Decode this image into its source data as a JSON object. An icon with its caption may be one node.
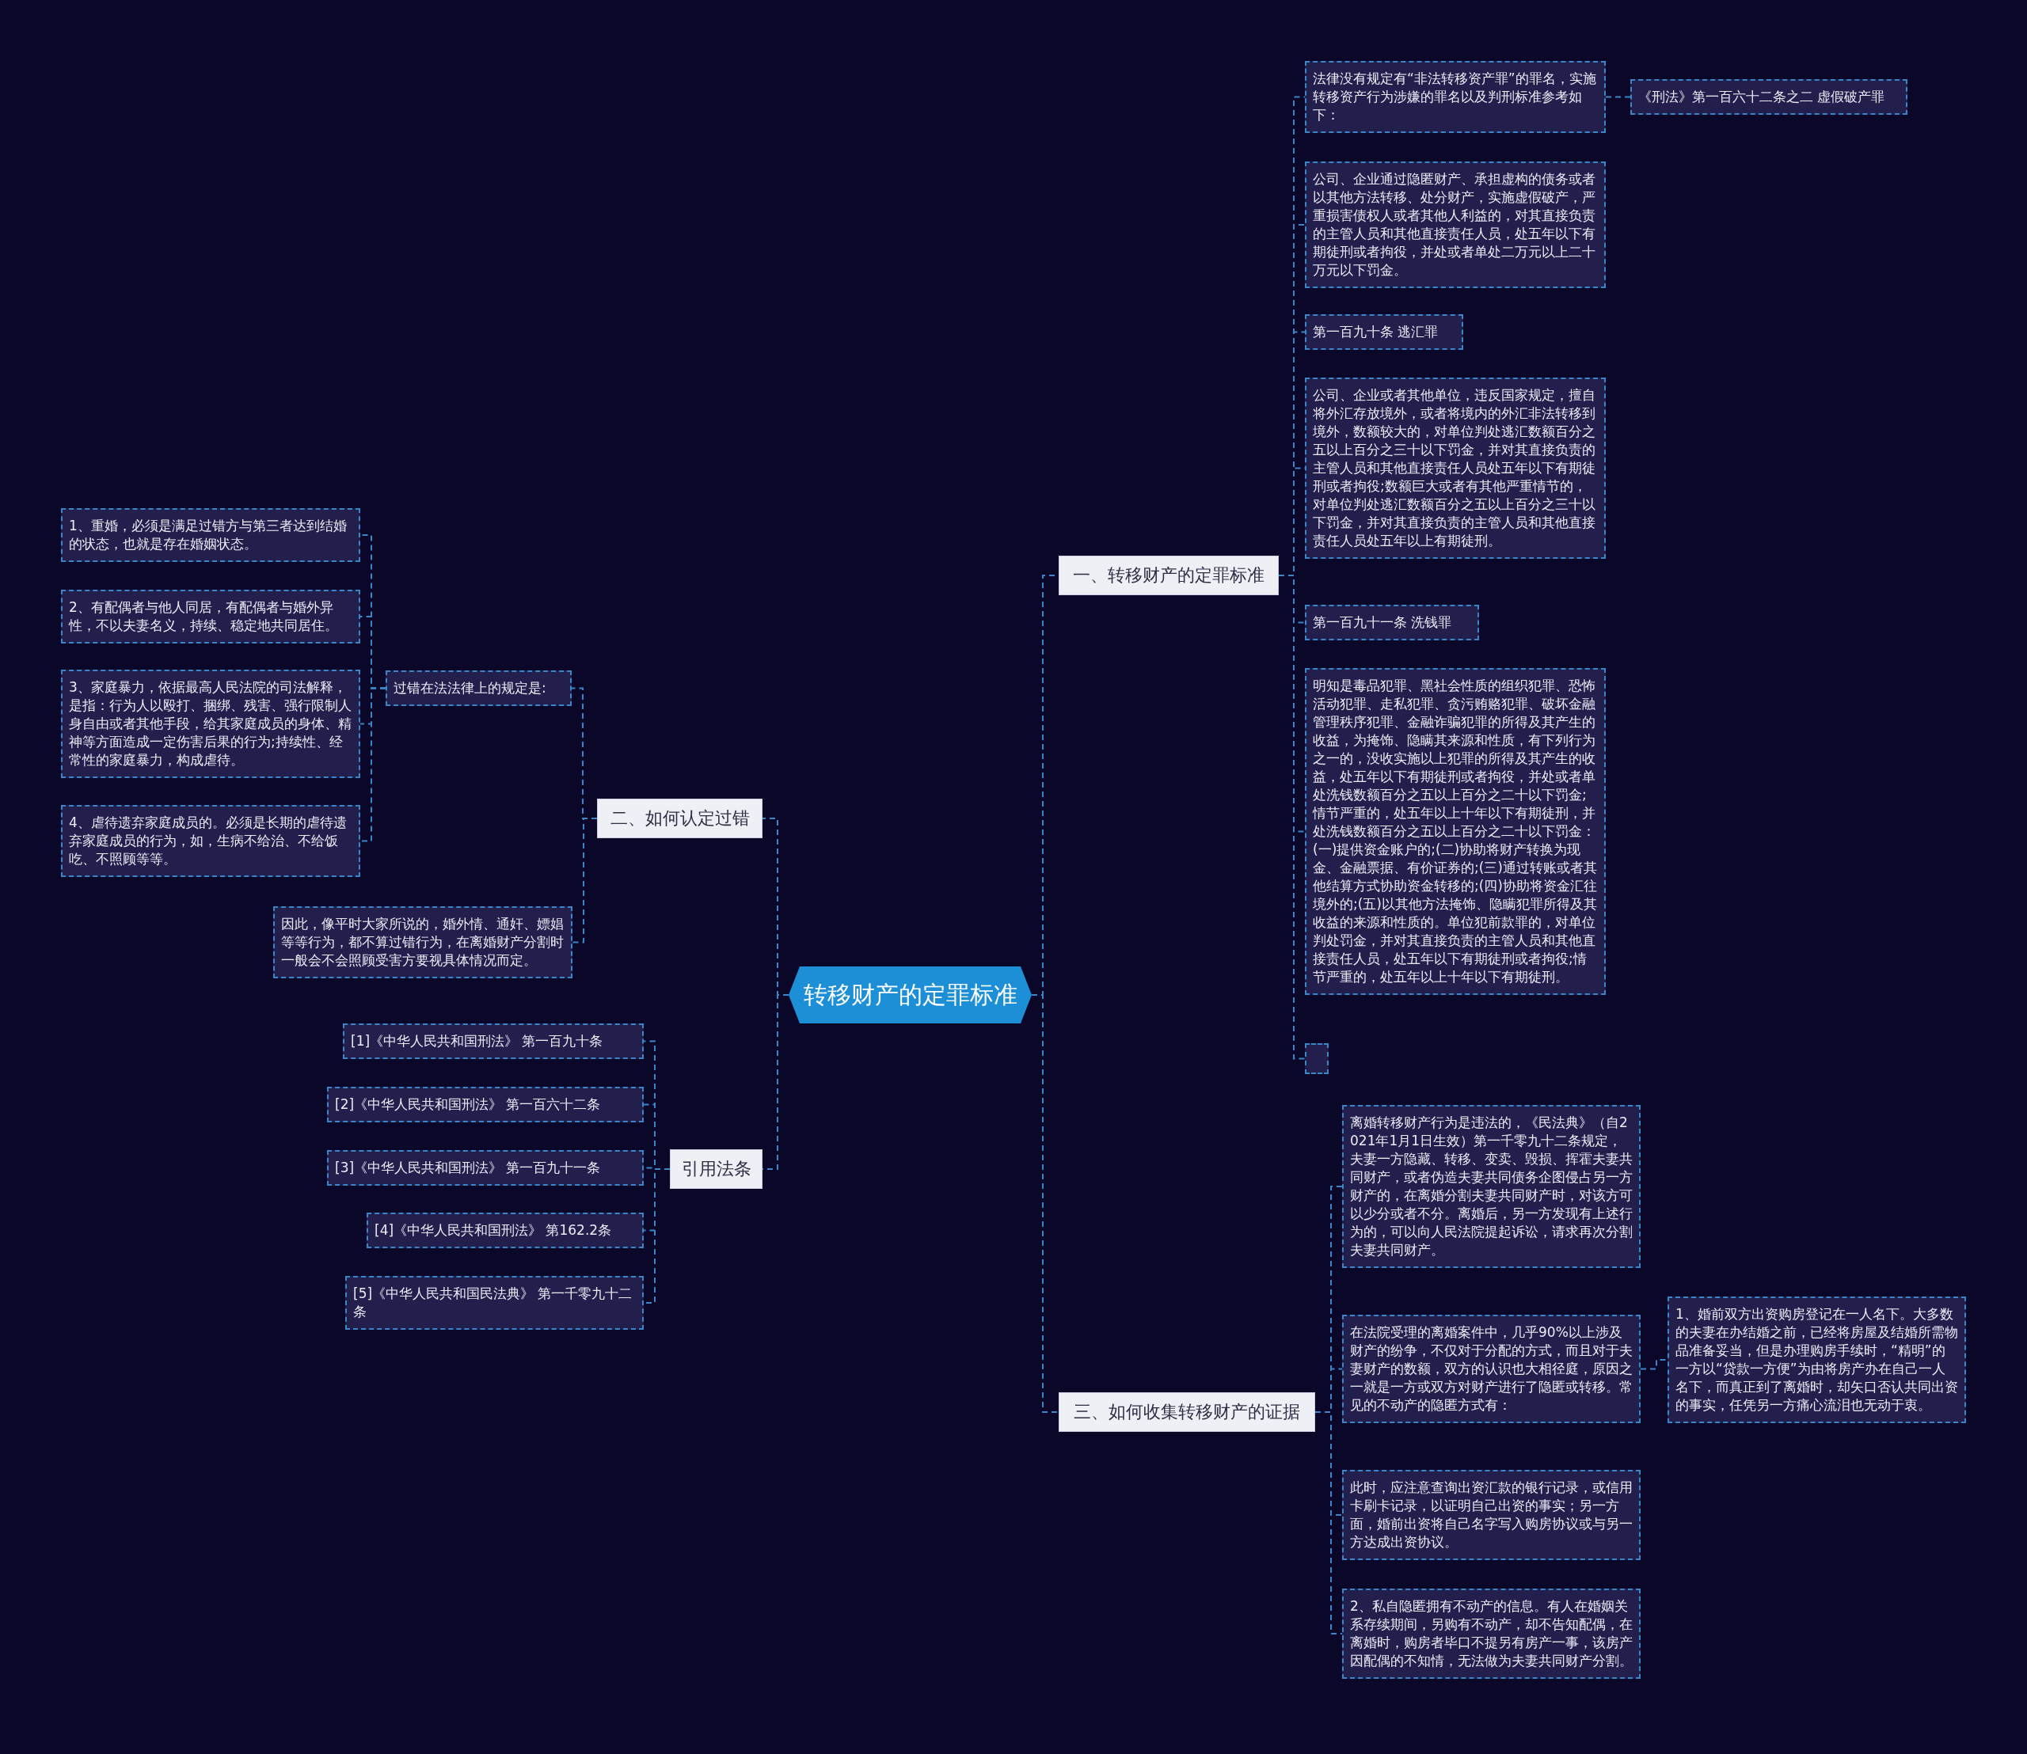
{
  "diagram": {
    "nodes": [
      {
        "text": [
          "转移财产的定罪标准"
        ]
      },
      {
        "text": [
          "一、转移财产的定罪标准"
        ]
      },
      {
        "text": [
          "法律没有规定有“非法转移资产罪”的罪名，实施转移资产行为涉嫌的罪名以及判刑标准参考如下："
        ]
      },
      {
        "text": [
          "《刑法》第一百六十二条之二 虚假破产罪"
        ]
      },
      {
        "text": [
          "公司、企业通过隐匿财产、承担虚构的债务或者以其他方法转移、处分财产，实施虚假破产，严重损害债权人或者其他人利益的，对其直接负责的主管人员和其他直接责任人员，处五年以下有期徒刑或者拘役，并处或者单处二万元以上二十万元以下罚金。"
        ]
      },
      {
        "text": [
          "第一百九十条 逃汇罪"
        ]
      },
      {
        "text": [
          "公司、企业或者其他单位，违反国家规定，擅自将外汇存放境外，或者将境内的外汇非法转移到境外，数额较大的，对单位判处逃汇数额百分之五以上百分之三十以下罚金，并对其直接负责的主管人员和其他直接责任人员处五年以下有期徒刑或者拘役;数额巨大或者有其他严重情节的，对单位判处逃汇数额百分之五以上百分之三十以下罚金，并对其直接负责的主管人员和其他直接责任人员处五年以上有期徒刑。"
        ]
      },
      {
        "text": [
          "第一百九十一条 洗钱罪"
        ]
      },
      {
        "text": [
          "明知是毒品犯罪、黑社会性质的组织犯罪、恐怖活动犯罪、走私犯罪、贪污贿赂犯罪、破坏金融管理秩序犯罪、金融诈骗犯罪的所得及其产生的收益，为掩饰、隐瞒其来源和性质，有下列行为之一的，没收实施以上犯罪的所得及其产生的收益，处五年以下有期徒刑或者拘役，并处或者单处洗钱数额百分之五以上百分之二十以下罚金;情节严重的，处五年以上十年以下有期徒刑，并处洗钱数额百分之五以上百分之二十以下罚金：(一)提供资金账户的;(二)协助将财产转换为现金、金融票据、有价证券的;(三)通过转账或者其他结算方式协助资金转移的;(四)协助将资金汇往境外的;(五)以其他方法掩饰、隐瞒犯罪所得及其收益的来源和性质的。单位犯前款罪的，对单位判处罚金，并对其直接负责的主管人员和其他直接责任人员，处五年以下有期徒刑或者拘役;情节严重的，处五年以上十年以下有期徒刑。"
        ]
      },
      {
        "text": [],
        "shape": "box"
      },
      {
        "text": [
          "二、如何认定过错"
        ]
      },
      {
        "text": [
          "过错在法法律上的规定是:"
        ]
      },
      {
        "text": [
          "1、重婚，必须是满足过错方与第三者达到结婚的状态，也就是存在婚姻状态。"
        ]
      },
      {
        "text": [
          "2、有配偶者与他人同居，有配偶者与婚外异性，不以夫妻名义，持续、稳定地共同居住。"
        ]
      },
      {
        "text": [
          "3、家庭暴力，依据最高人民法院的司法解释，是指：行为人以殴打、捆绑、残害、强行限制人身自由或者其他手段，给其家庭成员的身体、精神等方面造成一定伤害后果的行为;持续性、经常性的家庭暴力，构成虐待。"
        ]
      },
      {
        "text": [
          "4、虐待遗弃家庭成员的。必须是长期的虐待遗弃家庭成员的行为，如，生病不给治、不给饭吃、不照顾等等。"
        ]
      },
      {
        "text": [
          "因此，像平时大家所说的，婚外情、通奸、嫖娼等等行为，都不算过错行为，在离婚财产分割时一般会不会照顾受害方要视具体情况而定。"
        ]
      },
      {
        "text": [
          "引用法条"
        ]
      },
      {
        "text": [
          "[1]《中华人民共和国刑法》 第一百九十条"
        ]
      },
      {
        "text": [
          "[2]《中华人民共和国刑法》 第一百六十二条"
        ]
      },
      {
        "text": [
          "[3]《中华人民共和国刑法》 第一百九十一条"
        ]
      },
      {
        "text": [
          "[4]《中华人民共和国刑法》 第162.2条"
        ]
      },
      {
        "text": [
          "[5]《中华人民共和国民法典》 第一千零九十二条"
        ]
      },
      {
        "text": [
          "三、如何收集转移财产的证据"
        ]
      },
      {
        "text": [
          "离婚转移财产行为是违法的，《民法典》（自2021年1月1日生效）第一千零九十二条规定，夫妻一方隐藏、转移、变卖、毁损、挥霍夫妻共同财产，或者伪造夫妻共同债务企图侵占另一方财产的，在离婚分割夫妻共同财产时，对该方可以少分或者不分。离婚后，另一方发现有上述行为的，可以向人民法院提起诉讼，请求再次分割夫妻共同财产。"
        ]
      },
      {
        "text": [
          "在法院受理的离婚案件中，几乎90%以上涉及财产的纷争，不仅对于分配的方式，而且对于夫妻财产的数额，双方的认识也大相径庭，原因之一就是一方或双方对财产进行了隐匿或转移。常见的不动产的隐匿方式有："
        ]
      },
      {
        "text": [
          "1、婚前双方出资购房登记在一人名下。大多数的夫妻在办结婚之前，已经将房屋及结婚所需物品准备妥当，但是办理购房手续时，“精明”的一方以“贷款一方便”为由将房产办在自己一人名下，而真正到了离婚时，却矢口否认共同出资的事实，任凭另一方痛心流泪也无动于衷。"
        ]
      },
      {
        "text": [
          "此时，应注意查询出资汇款的银行记录，或信用卡刷卡记录，以证明自己出资的事实；另一方面，婚前出资将自己名字写入购房协议或与另一方达成出资协议。"
        ]
      },
      {
        "text": [
          "2、私自隐匿拥有不动产的信息。有人在婚姻关系存续期间，另购有不动产，却不告知配偶，在离婚时，购房者毕口不提另有房产一事，该房产因配偶的不知情，无法做为夫妻共同财产分割。"
        ]
      }
    ],
    "edges": [
      {
        "from": 0,
        "to": 1,
        "arrow": "none"
      },
      {
        "from": 1,
        "to": 2,
        "arrow": "none"
      },
      {
        "from": 2,
        "to": 3,
        "arrow": "none"
      },
      {
        "from": 1,
        "to": 4,
        "arrow": "none"
      },
      {
        "from": 1,
        "to": 5,
        "arrow": "none"
      },
      {
        "from": 1,
        "to": 6,
        "arrow": "none"
      },
      {
        "from": 1,
        "to": 7,
        "arrow": "none"
      },
      {
        "from": 1,
        "to": 8,
        "arrow": "none"
      },
      {
        "from": 1,
        "to": 9,
        "arrow": "none"
      },
      {
        "from": 0,
        "to": 10,
        "arrow": "none"
      },
      {
        "from": 10,
        "to": 11,
        "arrow": "none"
      },
      {
        "from": 11,
        "to": 12,
        "arrow": "none"
      },
      {
        "from": 11,
        "to": 13,
        "arrow": "none"
      },
      {
        "from": 11,
        "to": 14,
        "arrow": "none"
      },
      {
        "from": 11,
        "to": 15,
        "arrow": "none"
      },
      {
        "from": 10,
        "to": 16,
        "arrow": "none"
      },
      {
        "from": 0,
        "to": 17,
        "arrow": "none"
      },
      {
        "from": 17,
        "to": 18,
        "arrow": "none"
      },
      {
        "from": 17,
        "to": 19,
        "arrow": "none"
      },
      {
        "from": 17,
        "to": 20,
        "arrow": "none"
      },
      {
        "from": 17,
        "to": 21,
        "arrow": "none"
      },
      {
        "from": 17,
        "to": 22,
        "arrow": "none"
      },
      {
        "from": 0,
        "to": 23,
        "arrow": "none"
      },
      {
        "from": 23,
        "to": 24,
        "arrow": "none"
      },
      {
        "from": 23,
        "to": 25,
        "arrow": "none"
      },
      {
        "from": 25,
        "to": 26,
        "arrow": "none"
      },
      {
        "from": 23,
        "to": 27,
        "arrow": "none"
      },
      {
        "from": 23,
        "to": 28,
        "arrow": "none"
      }
    ]
  }
}
